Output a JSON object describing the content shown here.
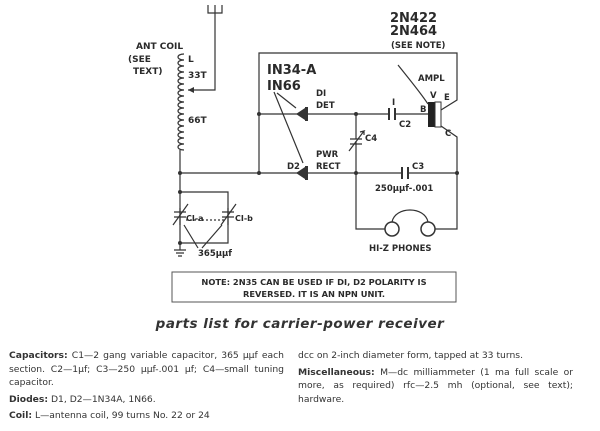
{
  "diagram": {
    "antenna_coil_label": [
      "ANT COIL",
      "(SEE",
      "TEXT)"
    ],
    "coil_L": "L",
    "tap_33": "33T",
    "turns_66": "66T",
    "transistor_types": [
      "2N422",
      "2N464",
      "(SEE NOTE)"
    ],
    "diode_types": [
      "IN34-A",
      "IN66"
    ],
    "d1_label": [
      "DI",
      "DET"
    ],
    "d2_label": "D2",
    "pwr_rect": [
      "PWR",
      "RECT"
    ],
    "ampl": "AMPL",
    "pin_v": "V",
    "pin_b": "B",
    "pin_e": "E",
    "pin_c": "C",
    "c2_top": "I",
    "c2": "C2",
    "c3": "C3",
    "c4": "C4",
    "c3_value": "250µµf-.001",
    "c1a": "CI-a",
    "c1b": "CI-b",
    "c1_value": "365µµf",
    "phones": "HI-Z PHONES",
    "note": [
      "NOTE: 2N35 CAN BE USED IF DI, D2 POLARITY IS",
      "REVERSED. IT IS AN NPN UNIT."
    ]
  },
  "parts_list": {
    "title": "parts list for carrier-power receiver",
    "capacitors_head": "Capacitors:",
    "capacitors": "C1—2 gang variable capacitor, 365 µµf each section. C2—1µf; C3—250 µµf-.001 µf; C4—small tuning capacitor.",
    "diodes_head": "Diodes:",
    "diodes": "D1, D2—1N34A, 1N66.",
    "coil_head": "Coil:",
    "coil": "L—antenna coil, 99 turns No. 22 or 24",
    "coil_cont": "dcc on 2-inch diameter form, tapped at 33 turns.",
    "misc_head": "Miscellaneous:",
    "misc": "M—dc milliammeter (1 ma full scale or more, as required) rfc—2.5 mh (optional, see text); hardware."
  }
}
